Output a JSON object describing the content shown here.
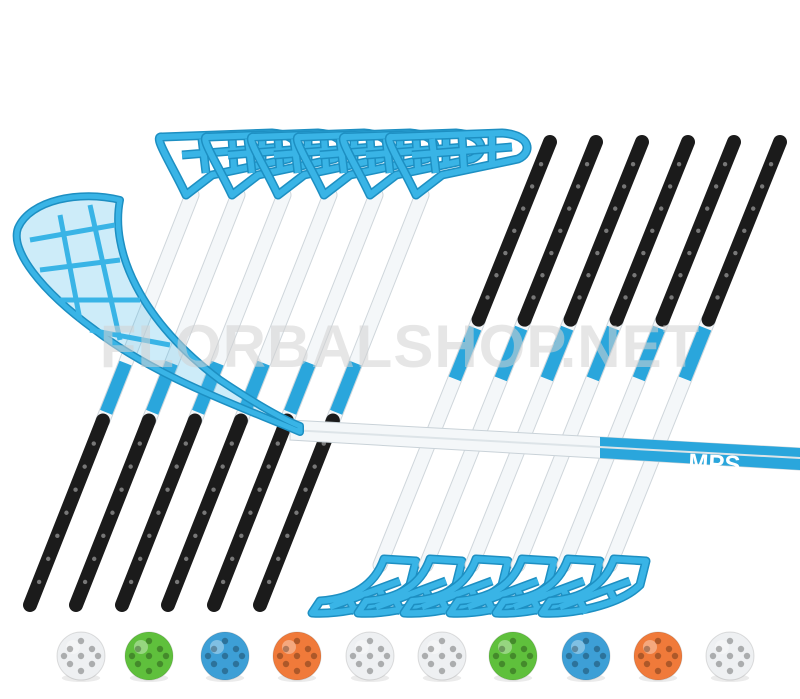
{
  "watermark": "FLORBALSHOP.NET",
  "brand": "MPS",
  "stick_count_left": 6,
  "stick_count_right": 6,
  "colors": {
    "blade": "#39b4e6",
    "blade_dark": "#1d8fc2",
    "shaft_white": "#f4f7f9",
    "grip": "#1b1b1b",
    "accent": "#2aa6dc"
  },
  "balls": [
    {
      "name": "white-ball",
      "color": "#eef0f2"
    },
    {
      "name": "green-ball",
      "color": "#5fc03c"
    },
    {
      "name": "blue-ball",
      "color": "#3d9fd6"
    },
    {
      "name": "orange-ball",
      "color": "#f07a3a"
    },
    {
      "name": "white-ball",
      "color": "#eef0f2"
    },
    {
      "name": "white-ball",
      "color": "#eef0f2"
    },
    {
      "name": "green-ball",
      "color": "#5fc03c"
    },
    {
      "name": "blue-ball",
      "color": "#3d9fd6"
    },
    {
      "name": "orange-ball",
      "color": "#f07a3a"
    },
    {
      "name": "white-ball",
      "color": "#eef0f2"
    }
  ]
}
